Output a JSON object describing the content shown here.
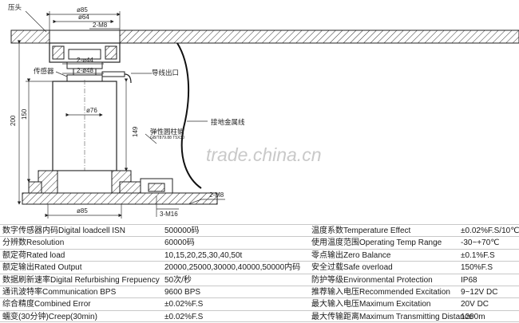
{
  "drawing": {
    "labels": {
      "pressure_head": "压头",
      "sensor": "传感器",
      "cable_outlet": "导线出口",
      "elastic_pin": "弹性圆柱销",
      "elastic_pin_std": "GB/T879.88 T5X30",
      "ground_wire": "接地金属线"
    },
    "dims": {
      "d85_top": "ø85",
      "d64": "ø64",
      "m8_top": "2-M8",
      "d44": "2-ø44",
      "d48": "2-ø48",
      "d76": "ø76",
      "h200": "200",
      "h150": "150",
      "h149": "149",
      "d85_bottom": "ø85",
      "m8_bottom": "2-M8",
      "m16": "3-M16"
    },
    "watermark": "trade.china.cn"
  },
  "specs": {
    "rows": [
      {
        "l1": "数字传感器内码Digital loadcell ISN",
        "v1": "500000码",
        "l2": "温度系数Temperature Effect",
        "v2": "±0.02%F.S/10℃"
      },
      {
        "l1": "分辨数Resolution",
        "v1": "60000码",
        "l2": "使用温度范围Operating Temp Range",
        "v2": "-30~+70℃"
      },
      {
        "l1": "额定荷Rated load",
        "v1": "10,15,20,25,30,40,50t",
        "l2": "零点输出Zero Balance",
        "v2": "±0.1%F.S"
      },
      {
        "l1": "额定输出Rated Output",
        "v1": "20000,25000,30000,40000,50000内码",
        "l2": "安全过载Safe overload",
        "v2": "150%F.S"
      },
      {
        "l1": "数据刷新速率Digital Refurbishing Frepuency",
        "v1": "50次/秒",
        "l2": "防护等级Environmental Protection",
        "v2": "IP68"
      },
      {
        "l1": "通讯波特率Communication BPS",
        "v1": "9600 BPS",
        "l2": "推荐输入电压Recommended Excitation",
        "v2": "9~12V DC"
      },
      {
        "l1": "综合精度Combined Error",
        "v1": "±0.02%F.S",
        "l2": "最大输入电压Maximum Excitation",
        "v2": "20V DC"
      },
      {
        "l1": "蠕变(30分钟)Creep(30min)",
        "v1": "±0.02%F.S",
        "l2": "最大传输距离Maximum Transmitting Distance",
        "v2": "1200m"
      }
    ]
  }
}
